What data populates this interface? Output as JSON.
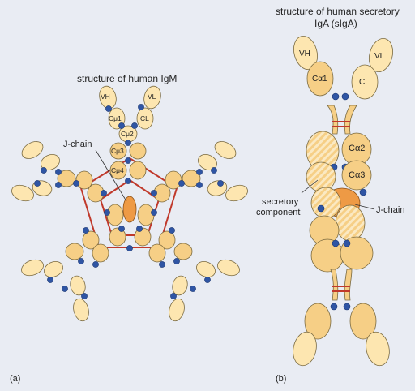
{
  "panel_a": {
    "title": "structure of human IgM",
    "domain_labels": {
      "vh": "VH",
      "vl": "VL",
      "cmu1": "Cμ1",
      "cl": "CL",
      "cmu2": "Cμ2",
      "cmu3": "Cμ3",
      "cmu4": "Cμ4"
    },
    "j_chain_label": "J-chain",
    "panel_label": "(a)"
  },
  "panel_b": {
    "title_line1": "structure of human secretory",
    "title_line2": "IgA (sIgA)",
    "domain_labels": {
      "vh": "VH",
      "vl": "VL",
      "ca1": "Cα1",
      "cl": "CL",
      "ca2": "Cα2",
      "ca3": "Cα3"
    },
    "secretory_label_line1": "secretory",
    "secretory_label_line2": "component",
    "j_chain_label": "J-chain",
    "panel_label": "(b)"
  },
  "colors": {
    "background": "#e9ecf3",
    "domain_light": "#fde6b0",
    "domain_dark": "#f6cf86",
    "carbohydrate": "#2f55a4",
    "disulfide": "#c0392b",
    "j_chain": "#ee9a45"
  }
}
